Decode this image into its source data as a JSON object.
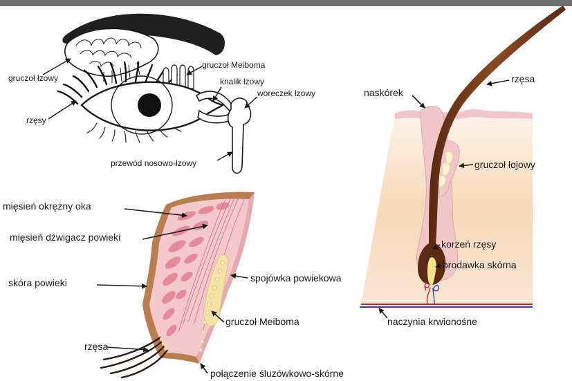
{
  "eye": {
    "gruczol_lzowy": "gruczoł łzowy",
    "gruczol_meiboma": "gruczoł Meiboma",
    "kanalik_lzowy": "knalik łzowy",
    "woreczek_lzowy": "woreczek łzowy",
    "rzesy": "rzęsy",
    "przewod": "przewód nosowo-łzowy"
  },
  "eyelid": {
    "miesien_okrezny": "mięsień okrężny oka",
    "miesien_dzwigacz": "mięsień dźwigacz powieki",
    "skora_powieki": "skóra powieki",
    "spojowka": "spojówka powiekowa",
    "gruczol_meiboma": "gruczoł Meiboma",
    "rzesa": "rzęsa",
    "polaczenie": "połączenie śluzówkowo-skórne"
  },
  "follicle": {
    "naskorek": "naskórek",
    "rzesa": "rzęsa",
    "gruczol_lojowy": "gruczoł łojowy",
    "korzen": "korzeń rzęsy",
    "brodawka": "brodawka skórna",
    "naczynia": "naczynia krwionośne"
  }
}
